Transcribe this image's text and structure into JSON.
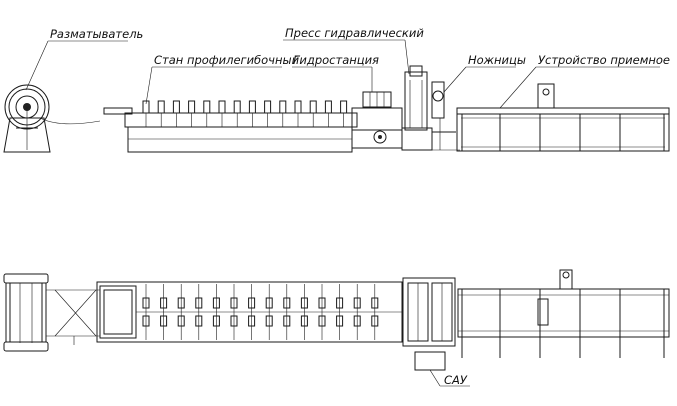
{
  "side_view": {
    "labels": {
      "decoiler": "Разматыватель",
      "roll_former": "Стан профилегибочный",
      "hydraulic_press": "Пресс гидравлический",
      "hydraulic_station": "Гидростанция",
      "shears": "Ножницы",
      "receiving_device": "Устройство приемное"
    }
  },
  "top_view": {
    "labels": {
      "control_system": "САУ"
    }
  }
}
